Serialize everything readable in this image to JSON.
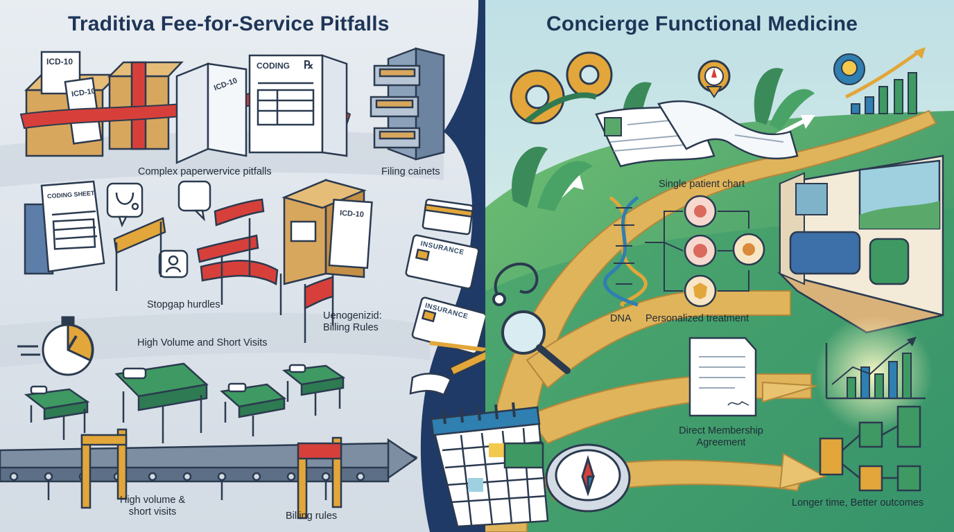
{
  "left": {
    "title": "Traditiva Fee-for-Service Pitfalls",
    "labels": {
      "complex_paperwork": "Complex paperwervice pitfalls",
      "filing_cabinets": "Filing cainets",
      "stopgap_hurdles": "Stopgap hurdles",
      "uncoded_line1": "Uenogenizid:",
      "uncoded_line2": "Billing Rules",
      "high_volume_top": "High Volume and Short Visits",
      "high_volume_bottom_line1": "High volume &",
      "high_volume_bottom_line2": "short visits",
      "billing_rules": "Billing rules"
    },
    "document_text": {
      "icd10": "ICD-10",
      "coding": "CODING",
      "rx": "℞",
      "coding_sheet": "CODING SHEET",
      "insurance": "INSURANCE"
    }
  },
  "right": {
    "title": "Concierge Functional Medicine",
    "labels": {
      "single_patient_chart": "Single patient chart",
      "dna": "DNA",
      "personalized_treatment": "Personalized treatment",
      "direct_membership_line1": "Direct Membership",
      "direct_membership_line2": "Agreement",
      "longer_time": "Longer time, Better outcomes"
    }
  },
  "colors": {
    "left_bg": "#dfe5ec",
    "right_sky": "#cfe7ea",
    "hill_green": "#5aa86a",
    "path_gold": "#e0b45a",
    "title_navy": "#1e3557",
    "divider_navy": "#1f3a66",
    "tape_red": "#d7403a",
    "box_kraft": "#d8a75e",
    "bed_green": "#3e8f6a"
  }
}
